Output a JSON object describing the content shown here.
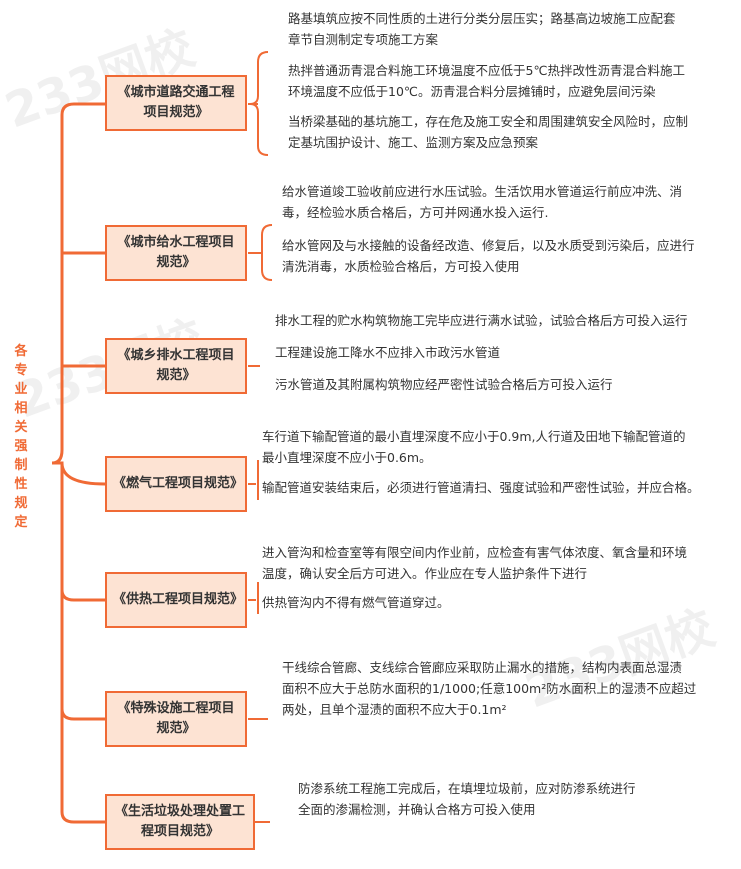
{
  "root": "各专业相关强制性规定",
  "watermark": "233网校",
  "colors": {
    "accent": "#f06a35",
    "box_fill": "#fde3d3"
  },
  "branches": [
    {
      "title": "《城市道路交通工程项目规范》",
      "items": [
        "路基填筑应按不同性质的土进行分类分层压实；路基高边坡施工应配套\n章节自测制定专项施工方案",
        "热拌普通沥青混合料施工环境温度不应低于5℃热拌改性沥青混合料施工\n环境温度不应低于10℃。沥青混合料分层摊铺时，应避免层间污染",
        "当桥梁基础的基坑施工，存在危及施工安全和周围建筑安全风险时，应制\n定基坑围护设计、施工、监测方案及应急预案"
      ]
    },
    {
      "title": "《城市给水工程项目规范》",
      "items": [
        "给水管道竣工验收前应进行水压试验。生活饮用水管道运行前应冲洗、消\n毒，经检验水质合格后，方可并网通水投入运行.",
        "给水管网及与水接触的设备经改造、修复后，以及水质受到污染后，应进行\n清洗消毒，水质检验合格后，方可投入使用"
      ]
    },
    {
      "title": "《城乡排水工程项目规范》",
      "items": [
        "排水工程的贮水构筑物施工完毕应进行满水试验，试验合格后方可投入运行",
        "工程建设施工降水不应排入市政污水管道",
        "污水管道及其附属构筑物应经严密性试验合格后方可投入运行"
      ]
    },
    {
      "title": "《燃气工程项目规范》",
      "items": [
        "车行道下输配管道的最小直埋深度不应小于0.9m,人行道及田地下输配管道的\n最小直埋深度不应小于0.6m。",
        "输配管道安装结束后，必须进行管道清扫、强度试验和严密性试验，并应合格。"
      ]
    },
    {
      "title": "《供热工程项目规范》",
      "items": [
        "进入管沟和检查室等有限空间内作业前，应检查有害气体浓度、氧含量和环境\n温度，确认安全后方可进入。作业应在专人监护条件下进行",
        "供热管沟内不得有燃气管道穿过。"
      ]
    },
    {
      "title": "《特殊设施工程项目规范》",
      "items": [
        "干线综合管廊、支线综合管廊应采取防止漏水的措施，结构内表面总湿渍\n面积不应大于总防水面积的1/1000;任意100m²防水面积上的湿渍不应超过\n两处，且单个湿渍的面积不应大于0.1m²"
      ]
    },
    {
      "title": "《生活垃圾处理处置工程项目规范》",
      "items": [
        "防渗系统工程施工完成后，在填埋垃圾前，应对防渗系统进行\n全面的渗漏检测，并确认合格方可投入使用"
      ]
    }
  ]
}
